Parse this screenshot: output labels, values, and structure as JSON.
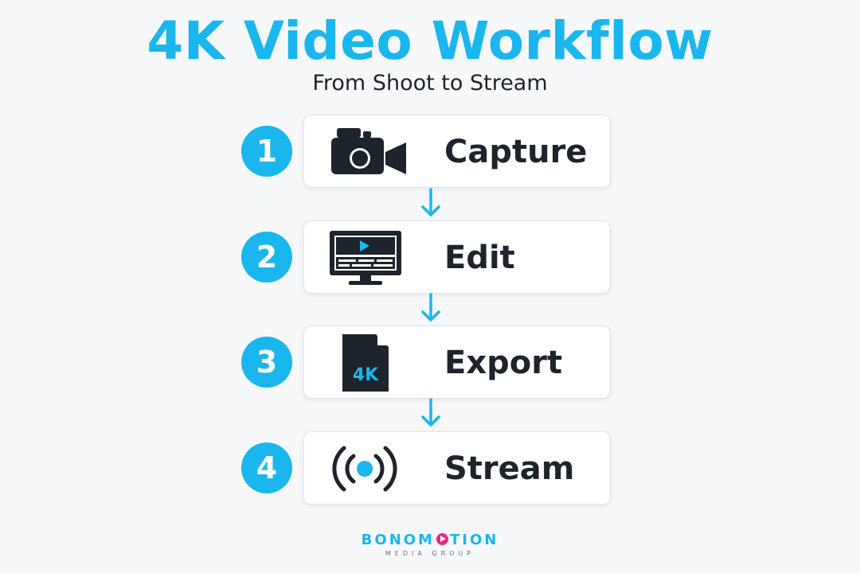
{
  "title": "4K Video Workflow",
  "subtitle": "From Shoot to Stream",
  "steps": [
    {
      "number": "1",
      "label": "Capture",
      "icon": "video-camera-icon"
    },
    {
      "number": "2",
      "label": "Edit",
      "icon": "monitor-editing-icon"
    },
    {
      "number": "3",
      "label": "Export",
      "icon": "file-4k-icon",
      "icon_text": "4K"
    },
    {
      "number": "4",
      "label": "Stream",
      "icon": "broadcast-icon"
    }
  ],
  "brand": {
    "name_part1": "BONOM",
    "name_part2": "TION",
    "tagline": "MEDIA GROUP"
  },
  "colors": {
    "accent": "#1ab6ee",
    "text": "#1e242b",
    "brand_pink": "#e6277f"
  }
}
